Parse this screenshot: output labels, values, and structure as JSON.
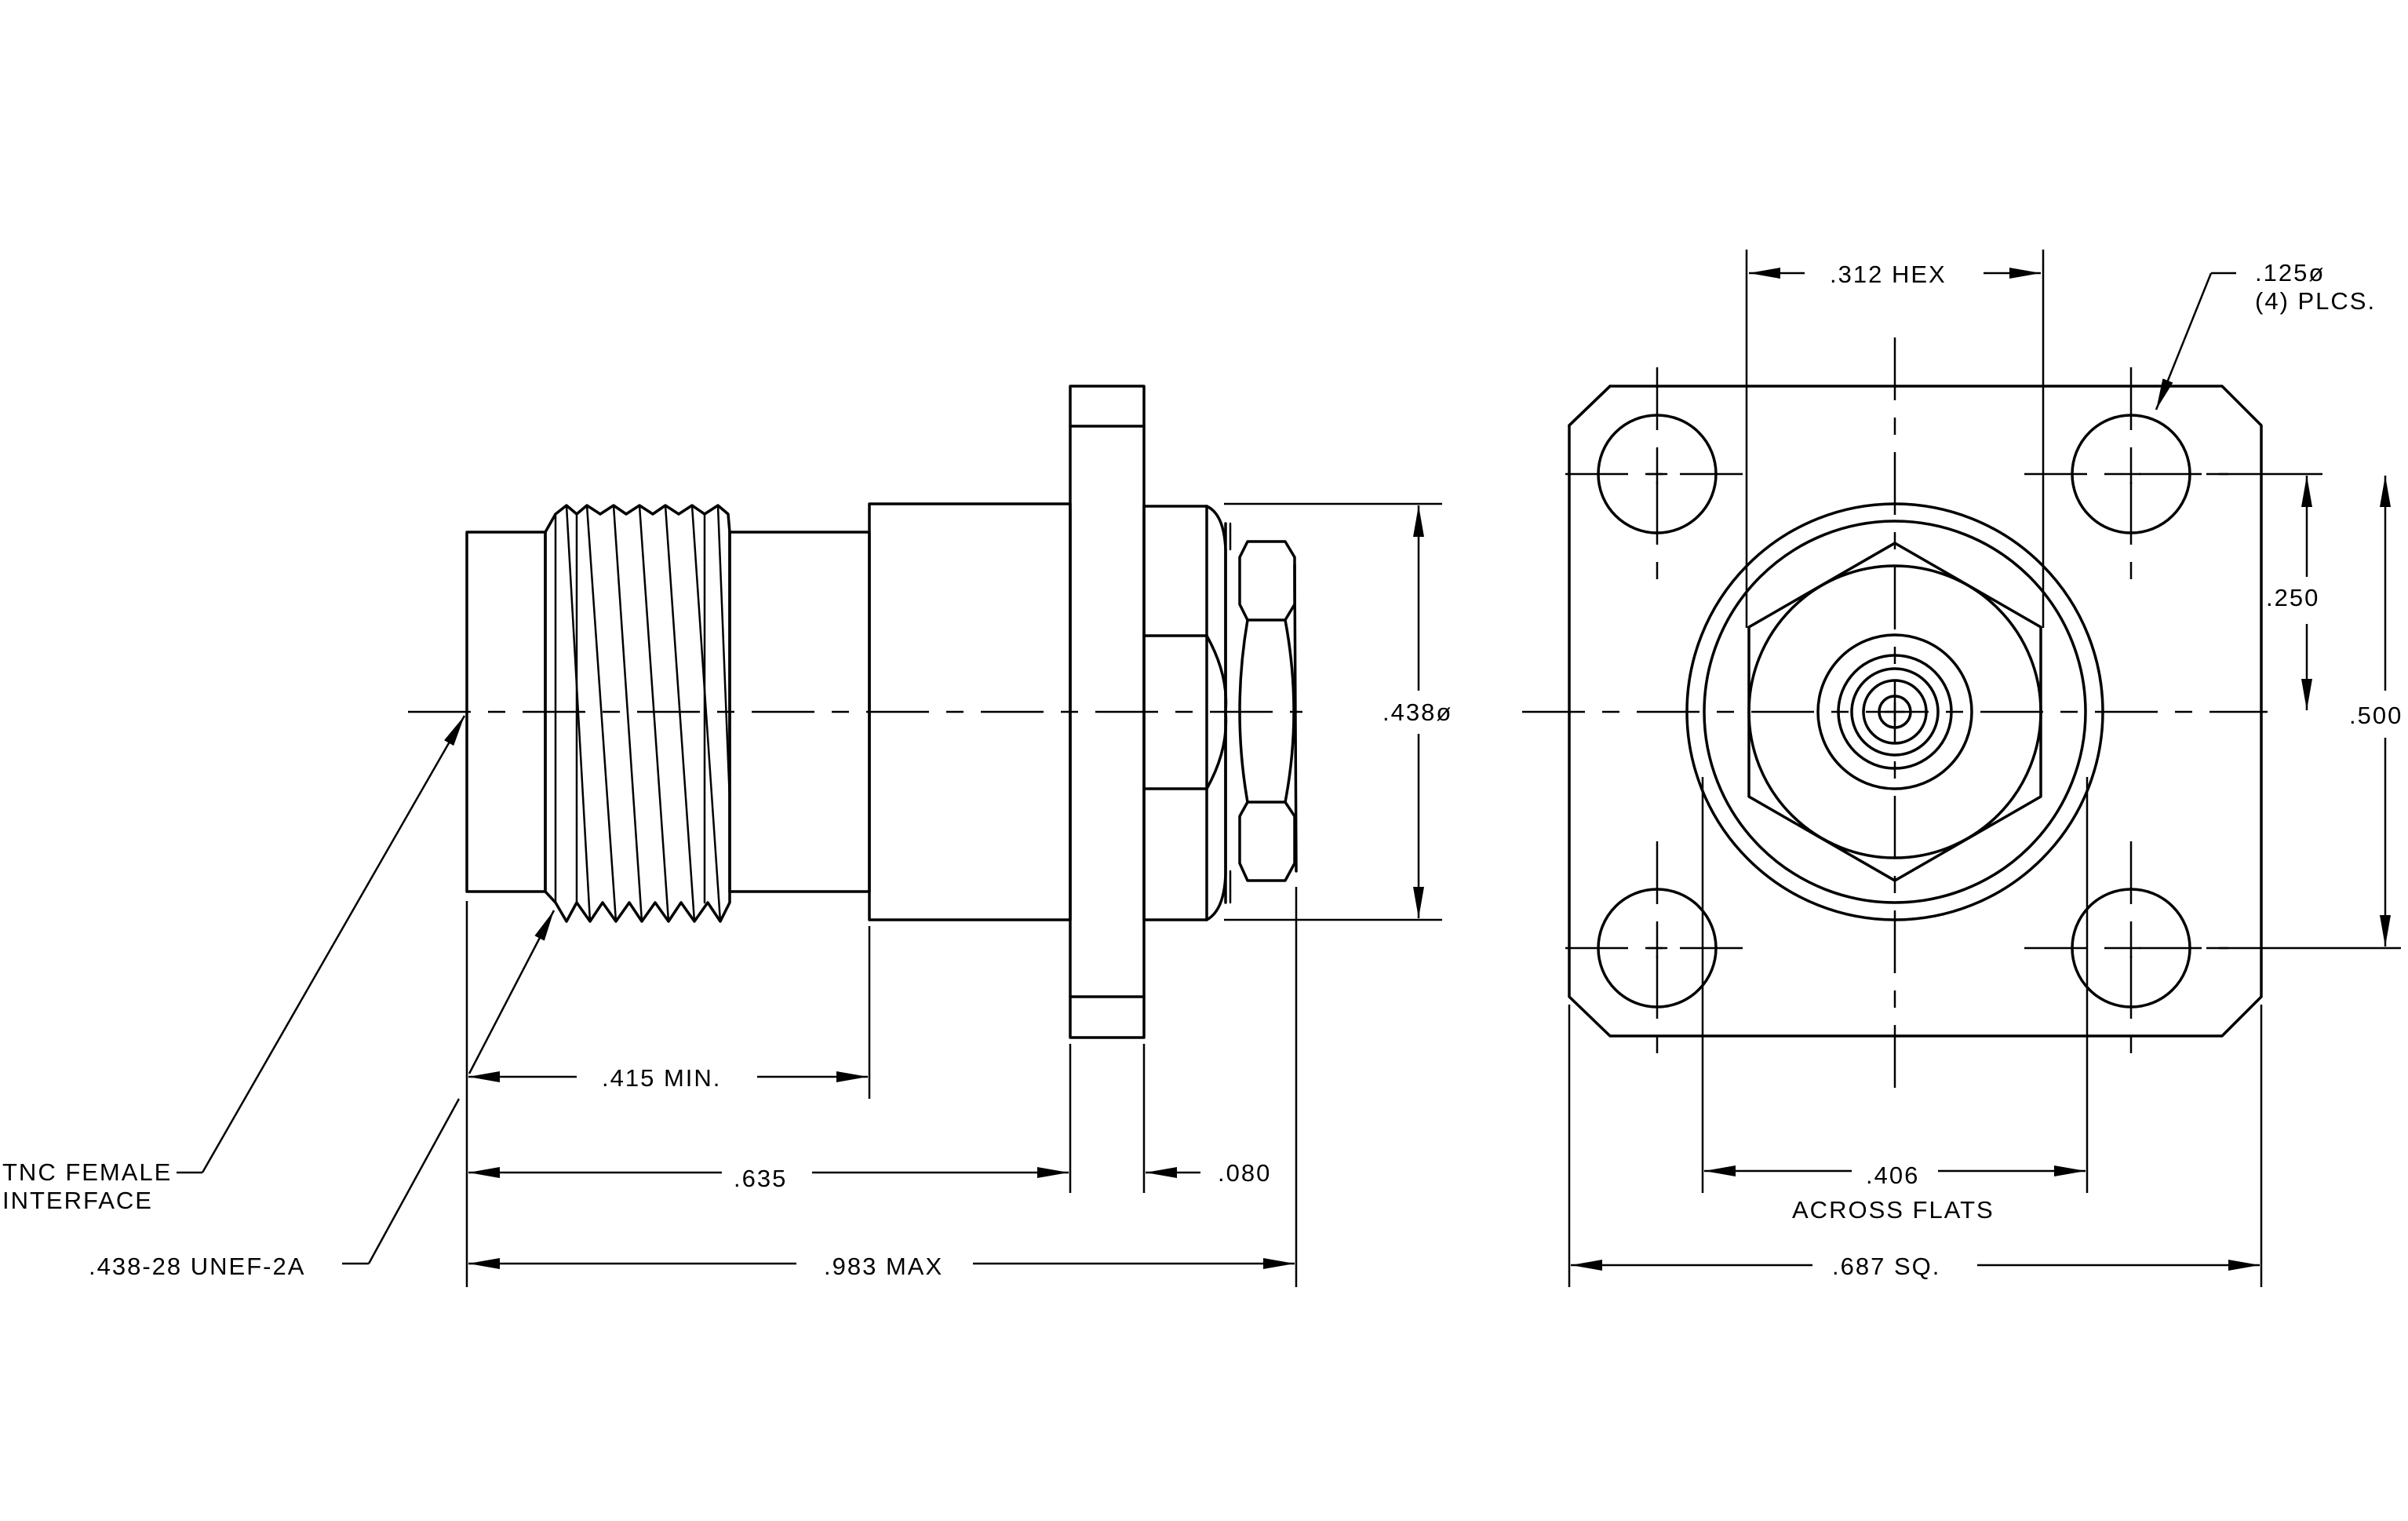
{
  "labels": {
    "dim_312": ".312 HEX",
    "dim_125_line1": ".125ø",
    "dim_125_line2": "(4) PLCS.",
    "dim_250": ".250",
    "dim_500": ".500",
    "dim_438": ".438ø",
    "dim_415": ".415 MIN.",
    "dim_635": ".635",
    "dim_080": ".080",
    "dim_983": ".983 MAX",
    "dim_406_line1": ".406",
    "dim_406_line2": "ACROSS FLATS",
    "dim_687": ".687 SQ.",
    "tnc_line1": "TNC FEMALE",
    "tnc_line2": "INTERFACE",
    "thread_spec": ".438-28 UNEF-2A"
  }
}
